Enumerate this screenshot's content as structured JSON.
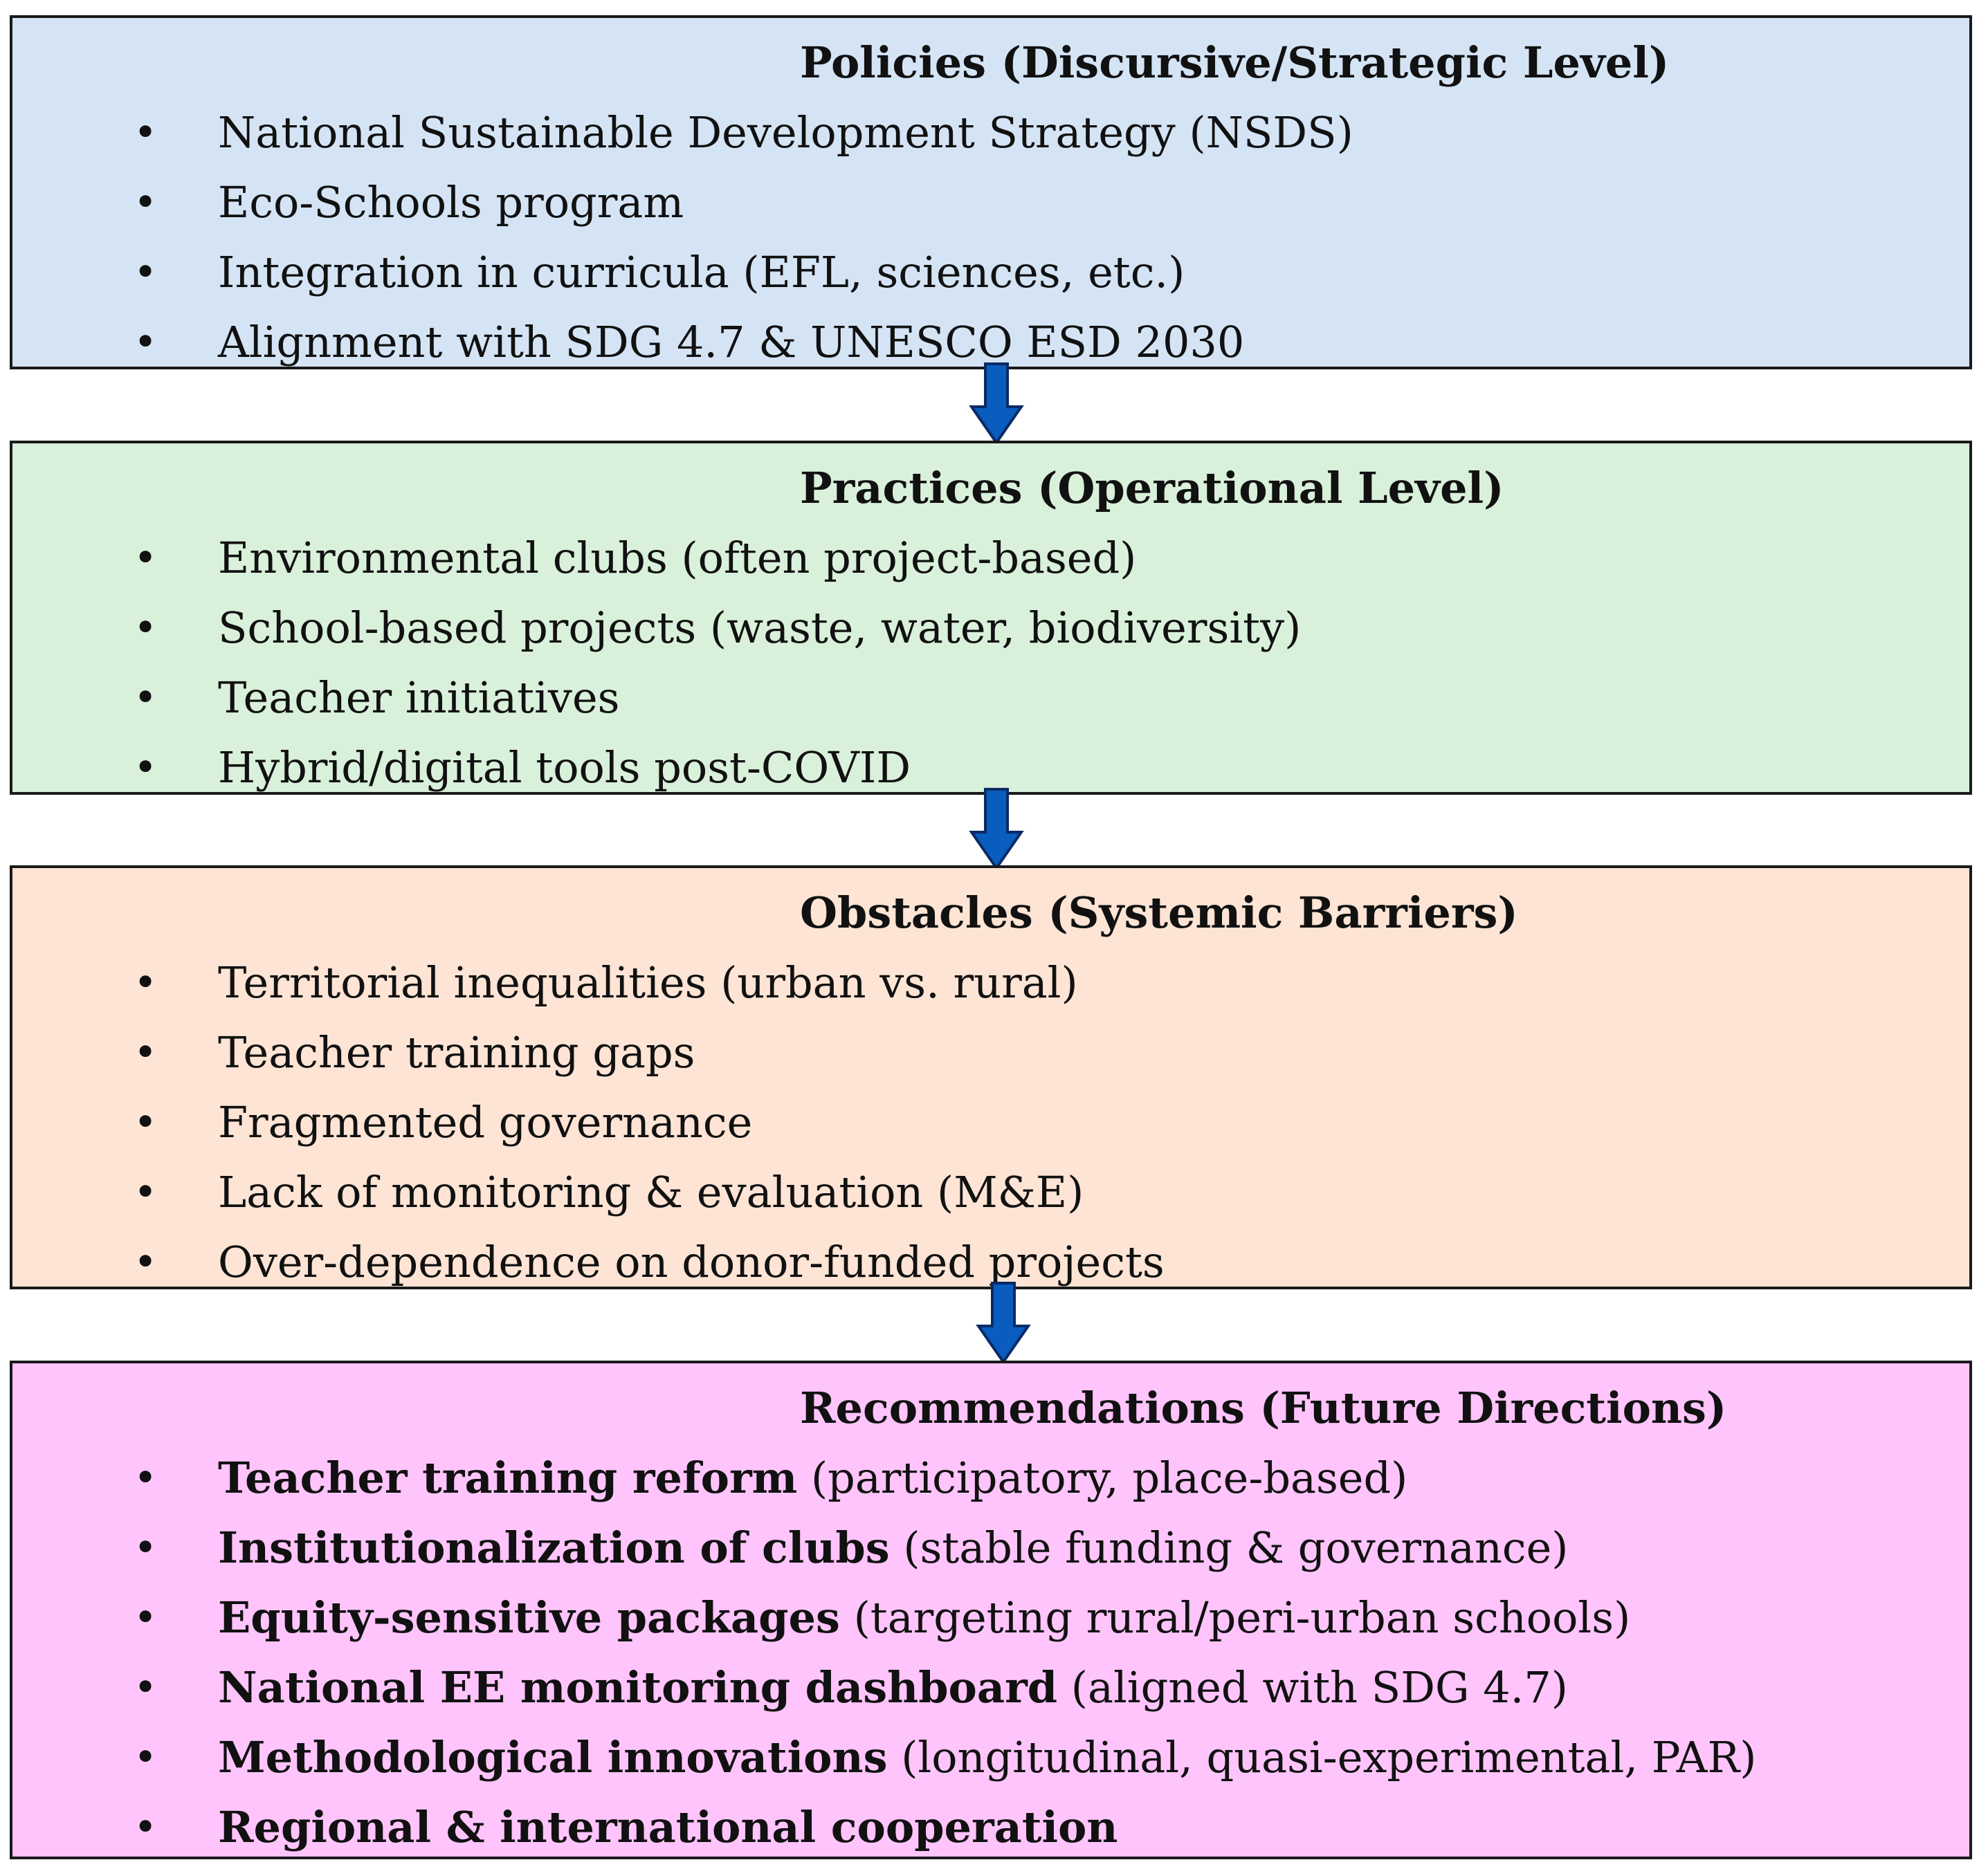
{
  "boxes": {
    "policies": {
      "title": "Policies (Discursive/Strategic Level)",
      "items": [
        {
          "bold": "",
          "text": "National Sustainable Development Strategy (NSDS)"
        },
        {
          "bold": "",
          "text": "Eco-Schools program"
        },
        {
          "bold": "",
          "text": "Integration in curricula (EFL, sciences, etc.)"
        },
        {
          "bold": "",
          "text": "Alignment with SDG 4.7 & UNESCO ESD 2030"
        }
      ]
    },
    "practices": {
      "title": "Practices (Operational Level)",
      "items": [
        {
          "bold": "",
          "text": "Environmental clubs (often project-based)"
        },
        {
          "bold": "",
          "text": "School-based projects (waste, water, biodiversity)"
        },
        {
          "bold": "",
          "text": "Teacher initiatives"
        },
        {
          "bold": "",
          "text": "Hybrid/digital tools post-COVID"
        }
      ]
    },
    "obstacles": {
      "title": "Obstacles (Systemic Barriers)",
      "items": [
        {
          "bold": "",
          "text": "Territorial inequalities (urban vs. rural)"
        },
        {
          "bold": "",
          "text": "Teacher training gaps"
        },
        {
          "bold": "",
          "text": "Fragmented governance"
        },
        {
          "bold": "",
          "text": "Lack of monitoring & evaluation (M&E)"
        },
        {
          "bold": "",
          "text": "Over-dependence on donor-funded projects"
        }
      ]
    },
    "recommendations": {
      "title": "Recommendations (Future Directions)",
      "items": [
        {
          "bold": "Teacher training reform",
          "text": " (participatory, place-based)"
        },
        {
          "bold": "Institutionalization of clubs",
          "text": " (stable funding & governance)"
        },
        {
          "bold": "Equity-sensitive packages",
          "text": " (targeting rural/peri-urban schools)"
        },
        {
          "bold": "National EE monitoring dashboard",
          "text": " (aligned with SDG 4.7)"
        },
        {
          "bold": "Methodological innovations",
          "text": " (longitudinal, quasi-experimental, PAR)"
        },
        {
          "bold": "Regional & international cooperation",
          "text": ""
        }
      ]
    }
  },
  "bullet_glyph": "•",
  "colors": {
    "policies_fill": "#d4e4f5",
    "practices_fill": "#d9f0da",
    "obstacles_fill": "#fde4d4",
    "recommendations_fill": "#ffc4fb",
    "arrow_fill": "#0a5cbf",
    "arrow_stroke": "#0a2a66",
    "border": "#1a1a1a"
  }
}
